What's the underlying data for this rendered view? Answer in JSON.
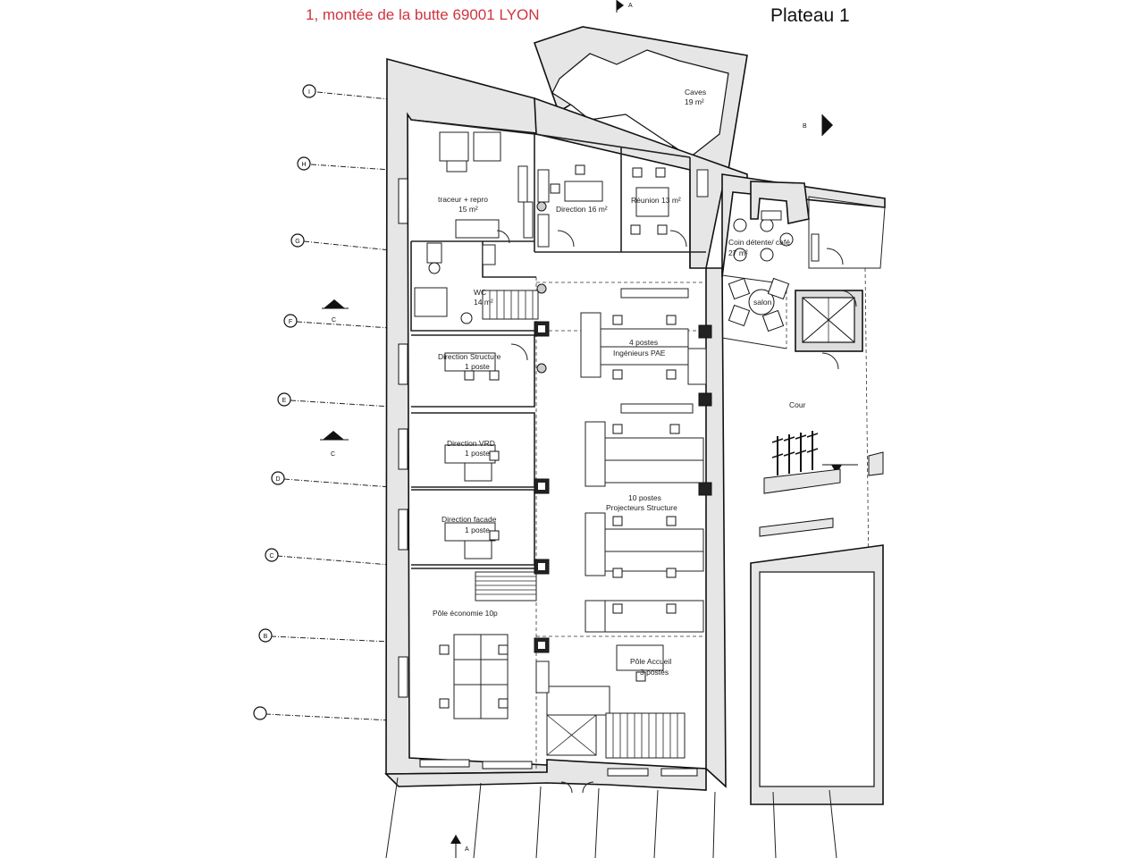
{
  "header": {
    "address": "1, montée de la butte 69001 LYON",
    "title": "Plateau 1"
  },
  "axes": [
    {
      "label": "I"
    },
    {
      "label": "H"
    },
    {
      "label": "G"
    },
    {
      "label": "F"
    },
    {
      "label": "E"
    },
    {
      "label": "D"
    },
    {
      "label": "C"
    },
    {
      "label": "B"
    },
    {
      "label": ""
    }
  ],
  "rooms": {
    "caves": {
      "name": "Caves",
      "area": "19 m²"
    },
    "traceur": {
      "name": "traceur + repro",
      "area": "15 m²"
    },
    "direction": {
      "name": "Direction 16 m²"
    },
    "reunion": {
      "name": "Réunion 13 m²"
    },
    "coin_cafe": {
      "name": "Coin détente/ café",
      "area": "27 m²"
    },
    "wc": {
      "name": "WC",
      "area": "14 m²"
    },
    "salon": {
      "name": "salon"
    },
    "ingenieurs": {
      "name": "4 postes",
      "sub": "Ingénieurs PAE"
    },
    "direction_structure": {
      "name": "Direction Structure",
      "sub": "1 poste"
    },
    "cour": {
      "name": "Cour"
    },
    "direction_vrd": {
      "name": "Direction VRD",
      "sub": "1 poste"
    },
    "projecteurs": {
      "name": "10 postes",
      "sub": "Projecteurs Structure"
    },
    "direction_facade": {
      "name": "Direction facade",
      "sub": "1 poste"
    },
    "pole_economie": {
      "name": "Pôle économie 10p"
    },
    "pole_accueil": {
      "name": "Pôle Accueil",
      "sub": "3 postes"
    }
  },
  "sections": {
    "a": "A",
    "b": "B",
    "c": "C"
  }
}
